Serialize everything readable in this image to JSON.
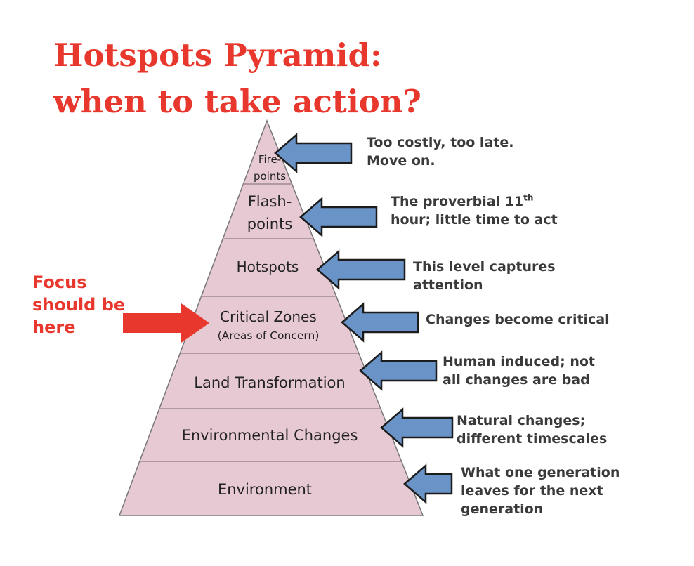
{
  "title": {
    "line1": "Hotspots Pyramid:",
    "line2": "when to take action?"
  },
  "focus": {
    "line1": "Focus",
    "line2": "should be",
    "line3": "here",
    "arrow_icon": "right-arrow-icon",
    "color": "#e8372c"
  },
  "colors": {
    "pyramid_fill": "#e6c9d3",
    "pyramid_stroke": "#777777",
    "arrow_fill": "#6a93c7",
    "arrow_stroke": "#1c1c1c",
    "title": "#e8372c"
  },
  "levels": [
    {
      "label_lines": [
        "Fire-",
        "points"
      ],
      "description_lines": [
        "Too costly, too late.",
        "Move on."
      ]
    },
    {
      "label_lines": [
        "Flash-",
        "points"
      ],
      "description_lines": [
        "The proverbial 11",
        "hour; little time to act"
      ],
      "description_superscript": "th"
    },
    {
      "label_lines": [
        "Hotspots"
      ],
      "description_lines": [
        "This level captures",
        "attention"
      ]
    },
    {
      "label_lines": [
        "Critical Zones",
        "(Areas of Concern)"
      ],
      "description_lines": [
        "Changes become critical"
      ]
    },
    {
      "label_lines": [
        "Land Transformation"
      ],
      "description_lines": [
        "Human induced; not",
        "all changes are bad"
      ]
    },
    {
      "label_lines": [
        "Environmental Changes"
      ],
      "description_lines": [
        "Natural changes;",
        "different timescales"
      ]
    },
    {
      "label_lines": [
        "Environment"
      ],
      "description_lines": [
        "What one generation",
        "leaves for the next",
        "generation"
      ]
    }
  ]
}
